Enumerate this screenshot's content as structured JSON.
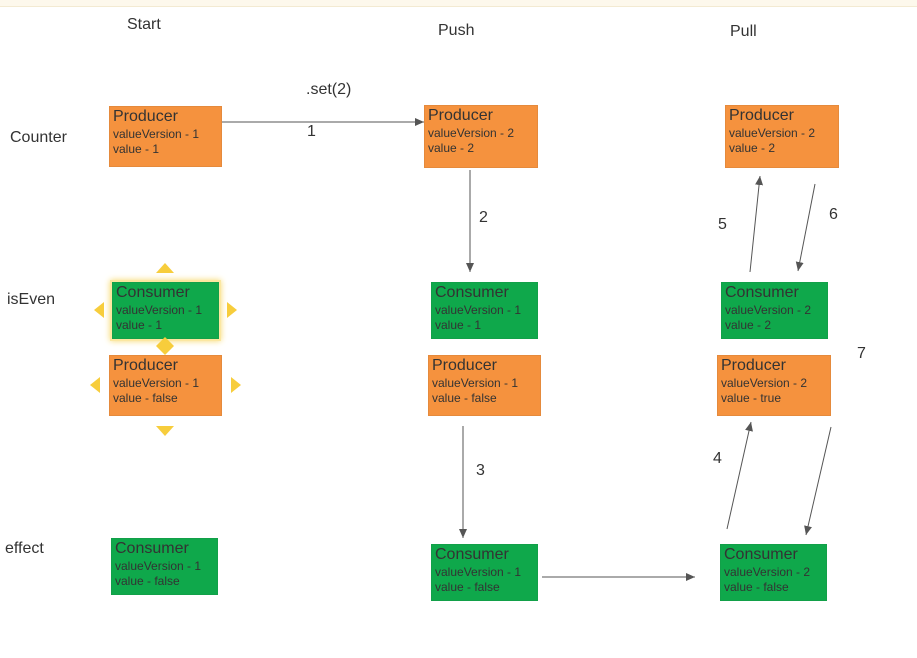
{
  "columns": {
    "start": "Start",
    "push": "Push",
    "pull": "Pull"
  },
  "rows": {
    "counter": "Counter",
    "is_even": "isEven",
    "effect": "effect"
  },
  "edge_label_set": ".set(2)",
  "step_numbers": {
    "s1": "1",
    "s2": "2",
    "s3": "3",
    "s4": "4",
    "s5": "5",
    "s6": "6",
    "s7": "7"
  },
  "colors": {
    "producer": "#f5923e",
    "consumer": "#0fa84b",
    "arrow": "#555555",
    "handle": "#f7cd3c"
  },
  "boxes": {
    "start_counter_producer": {
      "title": "Producer",
      "line1": "valueVersion - 1",
      "line2": "value - 1"
    },
    "start_iseven_consumer": {
      "title": "Consumer",
      "line1": "valueVersion - 1",
      "line2": "value - 1"
    },
    "start_iseven_producer": {
      "title": "Producer",
      "line1": "valueVersion - 1",
      "line2": "value - false"
    },
    "start_effect_consumer": {
      "title": "Consumer",
      "line1": "valueVersion - 1",
      "line2": "value - false"
    },
    "push_counter_producer": {
      "title": "Producer",
      "line1": "valueVersion - 2",
      "line2": "value - 2"
    },
    "push_iseven_consumer": {
      "title": "Consumer",
      "line1": "valueVersion - 1",
      "line2": "value - 1"
    },
    "push_iseven_producer": {
      "title": "Producer",
      "line1": "valueVersion - 1",
      "line2": "value - false"
    },
    "push_effect_consumer": {
      "title": "Consumer",
      "line1": "valueVersion - 1",
      "line2": "value - false"
    },
    "pull_counter_producer": {
      "title": "Producer",
      "line1": "valueVersion - 2",
      "line2": "value - 2"
    },
    "pull_iseven_consumer": {
      "title": "Consumer",
      "line1": "valueVersion - 2",
      "line2": "value - 2"
    },
    "pull_iseven_producer": {
      "title": "Producer",
      "line1": "valueVersion - 2",
      "line2": "value - true"
    },
    "pull_effect_consumer": {
      "title": "Consumer",
      "line1": "valueVersion - 2",
      "line2": "value - false"
    }
  }
}
